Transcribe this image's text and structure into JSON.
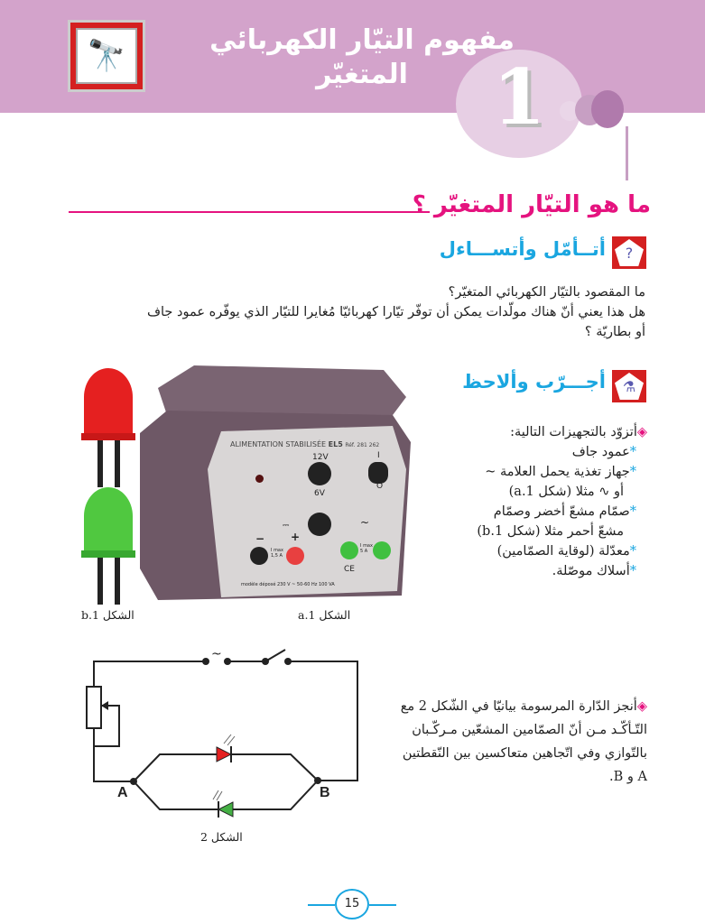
{
  "header": {
    "title_line1": "مفهوم التيّار الكهربائي",
    "title_line2": "المتغيّر",
    "chapter_number": "1",
    "icon": "telescope-observer-icon",
    "band_color": "#d3a3cb"
  },
  "section": {
    "heading": "ما هو التيّار المتغيّر ؟",
    "heading_color": "#e5137f"
  },
  "observe": {
    "title": "أتــأمّل وأتســـاءل",
    "icon": "magnifier-question-icon",
    "lines": [
      "ما المقصود بالتيّار الكهربائي المتغيّر؟",
      "هل هذا يعني أنّ هناك مولّدات يمكن أن توفّر تيّارا كهربائيّا مُغايرا للتيّار الذي يوفّره عمود جاف",
      "أو بطاريّة ؟"
    ]
  },
  "experiment": {
    "title": "أجـــرّب وألاحظ",
    "icon": "lab-equipment-icon",
    "intro": "أتزوّد بالتجهيزات التالية:",
    "items": [
      "عمود جاف",
      "جهاز تغذية يحمل العلامة ~",
      "أو ∿ مثلا (شكل 1.a)",
      "صمّام مشعّ أخضر وصمّام",
      "مشعّ أحمر مثلا (شكل 1.b)",
      "معدّلة (لوقاية الصمّامين)",
      "أسلاك موصّلة."
    ]
  },
  "figures": {
    "fig1a_caption": "الشكل 1.a",
    "fig1b_caption": "الشكل 1.b",
    "fig2_caption": "الشكل 2",
    "power_supply": {
      "brand": "ALIMENTATION STABILISÉE",
      "model": "EL5",
      "ref": "Réf. 281 262",
      "v_high": "12V",
      "v_low": "6V",
      "on": "I",
      "off": "O",
      "plus": "+",
      "minus": "−",
      "dc": "⎓",
      "ac": "~",
      "imax_dc": "I max 1,5 A",
      "imax_ac": "I max 5 A",
      "ce": "CE",
      "footer": "modèle déposé 230 V ~ 50-60 Hz 100 VA"
    },
    "circuit": {
      "node_a": "A",
      "node_b": "B",
      "ac_symbol": "~"
    }
  },
  "task": {
    "lines": [
      "أنجز الدّارة المرسومة بيانيّا في الشّكل 2 مع",
      "التّـأكّـد مـن أنّ الصمّامين المشعّين مـركّـبان",
      "بالتّوازي وفي اتّجاهين متعاكسين بين النّقطتين",
      "A و B."
    ]
  },
  "footer": {
    "page_number": "15"
  }
}
